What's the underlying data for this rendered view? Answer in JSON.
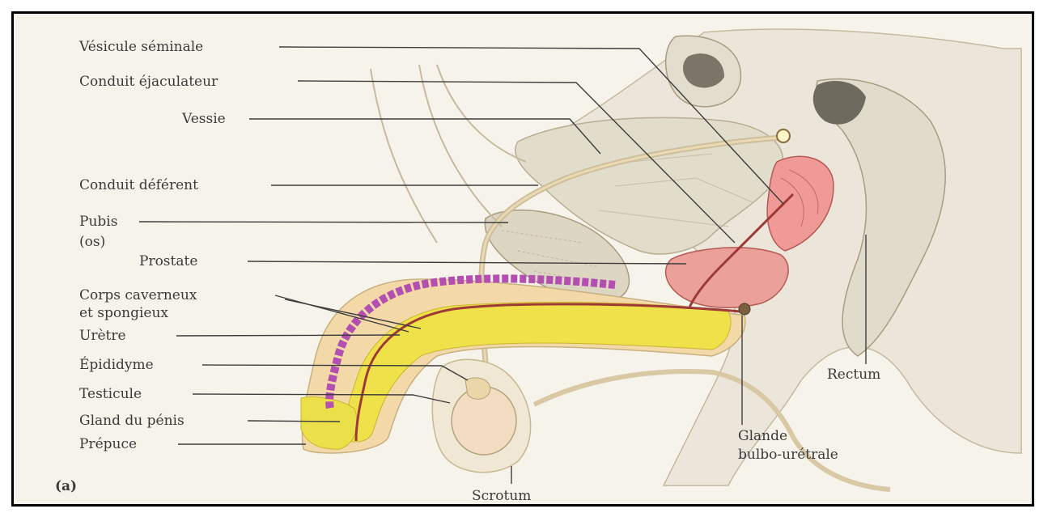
{
  "labels": {
    "vesicule": "Vésicule séminale",
    "conduit_ejac": "Conduit éjaculateur",
    "vessie": "Vessie",
    "conduit_def": "Conduit déférent",
    "pubis": "Pubis",
    "pubis_os": "(os)",
    "prostate": "Prostate",
    "corps_1": "Corps caverneux",
    "corps_2": "et spongieux",
    "uretre": "Urètre",
    "epididyme": "Épididyme",
    "testicule": "Testicule",
    "gland": "Gland du pénis",
    "prepuce": "Prépuce",
    "figure_tag": "(a)",
    "scrotum": "Scrotum",
    "rectum": "Rectum",
    "glande_1": "Glande",
    "glande_2": "bulbo-urétrale"
  },
  "colors": {
    "background": "#f6f3ea",
    "tissue": "#e9e4d7",
    "tissue_line": "#b9ad94",
    "yellow": "#efe14a",
    "erectile": "#b34fb0",
    "duct": "#8a2f2f",
    "gland_pink": "#e98a8a",
    "bone": "#ddd6c3",
    "rectum_dark": "#6e6a5e",
    "leader": "#3d3d3d",
    "frame": "#000000"
  }
}
